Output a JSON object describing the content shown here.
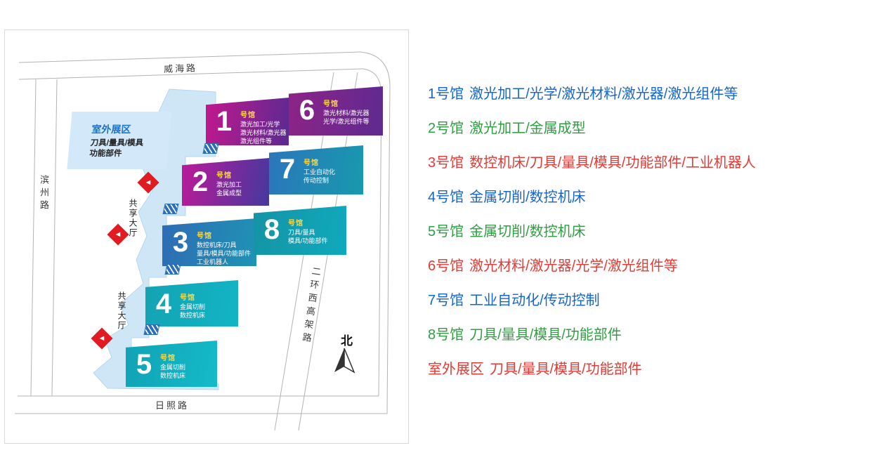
{
  "map": {
    "roads": {
      "top": "威海路",
      "left": "滨州路",
      "bottom": "日照路",
      "right": "二环西高架路"
    },
    "outdoor_zone": {
      "title": "室外展区",
      "lines": [
        "刀具/量具/模具",
        "功能部件"
      ]
    },
    "shared_halls": [
      "共享大厅",
      "共享大厅"
    ],
    "compass_label": "北",
    "halls": [
      {
        "number": "1",
        "suffix": "号馆",
        "colors": [
          "#c2188e",
          "#5a2a90"
        ],
        "lines": [
          "激光加工/光学",
          "激光材料/激光器",
          "激光组件等"
        ]
      },
      {
        "number": "2",
        "suffix": "号馆",
        "colors": [
          "#bb1a99",
          "#45389e"
        ],
        "lines": [
          "激光加工",
          "金属成型"
        ]
      },
      {
        "number": "3",
        "suffix": "号馆",
        "colors": [
          "#2e6cb4",
          "#1f93b4"
        ],
        "lines": [
          "数控机床/刀具",
          "量具/模具/功能部件",
          "工业机器人"
        ]
      },
      {
        "number": "4",
        "suffix": "号馆",
        "colors": [
          "#13a3b3",
          "#12b5c5"
        ],
        "lines": [
          "金属切削",
          "数控机床"
        ]
      },
      {
        "number": "5",
        "suffix": "号馆",
        "colors": [
          "#10a3b5",
          "#14bac8"
        ],
        "lines": [
          "金属切削",
          "数控机床"
        ]
      },
      {
        "number": "6",
        "suffix": "号馆",
        "colors": [
          "#8e2387",
          "#5e2a90"
        ],
        "lines": [
          "激光材料/激光器",
          "光学/激光组件等"
        ]
      },
      {
        "number": "7",
        "suffix": "号馆",
        "colors": [
          "#2b76ba",
          "#1899ae"
        ],
        "lines": [
          "工业自动化",
          "传动控制"
        ]
      },
      {
        "number": "8",
        "suffix": "号馆",
        "colors": [
          "#1494a4",
          "#10a9bd"
        ],
        "lines": [
          "刀具/量具",
          "模具/功能部件"
        ]
      }
    ]
  },
  "legend": {
    "items": [
      {
        "label": "1号馆",
        "desc": "激光加工/光学/激光材料/激光器/激光组件等",
        "color": "#1565d0"
      },
      {
        "label": "2号馆",
        "desc": "激光加工/金属成型",
        "color": "#2f9e41"
      },
      {
        "label": "3号馆",
        "desc": "数控机床/刀具/量具/模具/功能部件/工业机器人",
        "color": "#e23b35"
      },
      {
        "label": "4号馆",
        "desc": "金属切削/数控机床",
        "color": "#1565d0"
      },
      {
        "label": "5号馆",
        "desc": "金属切削/数控机床",
        "color": "#2f9e41"
      },
      {
        "label": "6号馆",
        "desc": "激光材料/激光器/光学/激光组件等",
        "color": "#e23b35"
      },
      {
        "label": "7号馆",
        "desc": "工业自动化/传动控制",
        "color": "#1565d0"
      },
      {
        "label": "8号馆",
        "desc": "刀具/量具/模具/功能部件",
        "color": "#2f9e41"
      },
      {
        "label": "室外展区",
        "desc": "刀具/量具/模具/功能部件",
        "color": "#e23b35"
      }
    ]
  }
}
